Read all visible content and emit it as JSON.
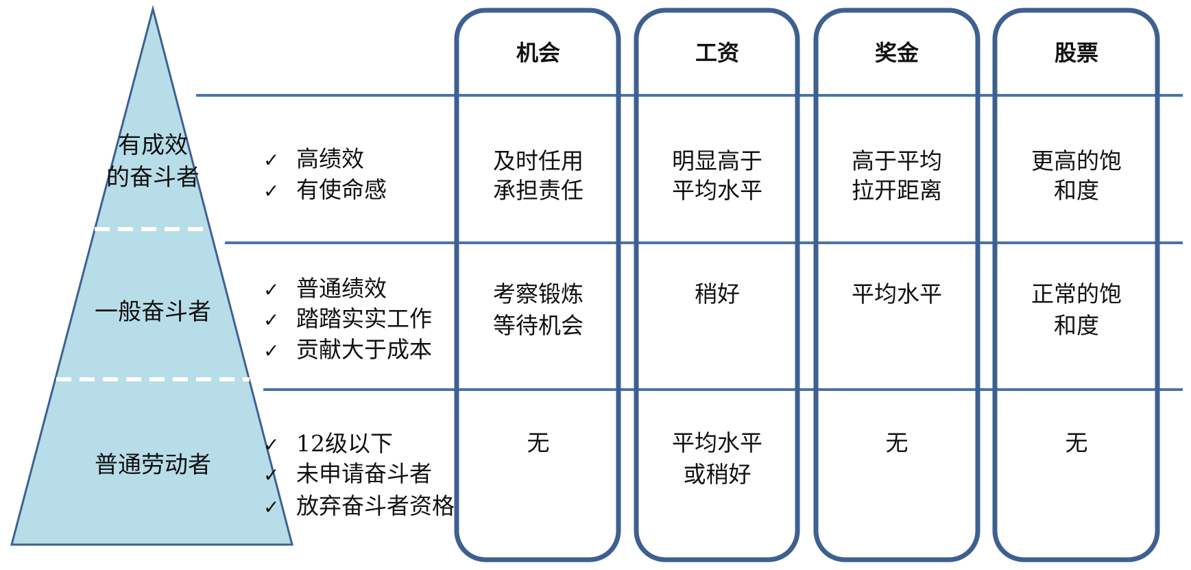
{
  "colors": {
    "pyramid_fill": "#b7dde8",
    "line": "#4a72a6",
    "column_border": "#3e6091",
    "divider": "#ffffff"
  },
  "tiers": [
    {
      "label_lines": [
        "有成效",
        "的奋斗者"
      ],
      "criteria": [
        "高绩效",
        "有使命感"
      ]
    },
    {
      "label_lines": [
        "一般奋斗者"
      ],
      "criteria": [
        "普通绩效",
        "踏踏实实工作",
        "贡献大于成本"
      ]
    },
    {
      "label_lines": [
        "普通劳动者"
      ],
      "criteria": [
        "12级以下",
        "未申请奋斗者",
        "放弃奋斗者资格"
      ]
    }
  ],
  "check_icon": "check-icon",
  "check_glyph": "✓",
  "columns": [
    {
      "header": "机会",
      "cells": [
        [
          "及时任用",
          "承担责任"
        ],
        [
          "考察锻炼",
          "等待机会"
        ],
        [
          "无"
        ]
      ]
    },
    {
      "header": "工资",
      "cells": [
        [
          "明显高于",
          "平均水平"
        ],
        [
          "稍好"
        ],
        [
          "平均水平",
          "或稍好"
        ]
      ]
    },
    {
      "header": "奖金",
      "cells": [
        [
          "高于平均",
          "拉开距离"
        ],
        [
          "平均水平"
        ],
        [
          "无"
        ]
      ]
    },
    {
      "header": "股票",
      "cells": [
        [
          "更高的饱",
          "和度"
        ],
        [
          "正常的饱",
          "和度"
        ],
        [
          "无"
        ]
      ]
    }
  ]
}
